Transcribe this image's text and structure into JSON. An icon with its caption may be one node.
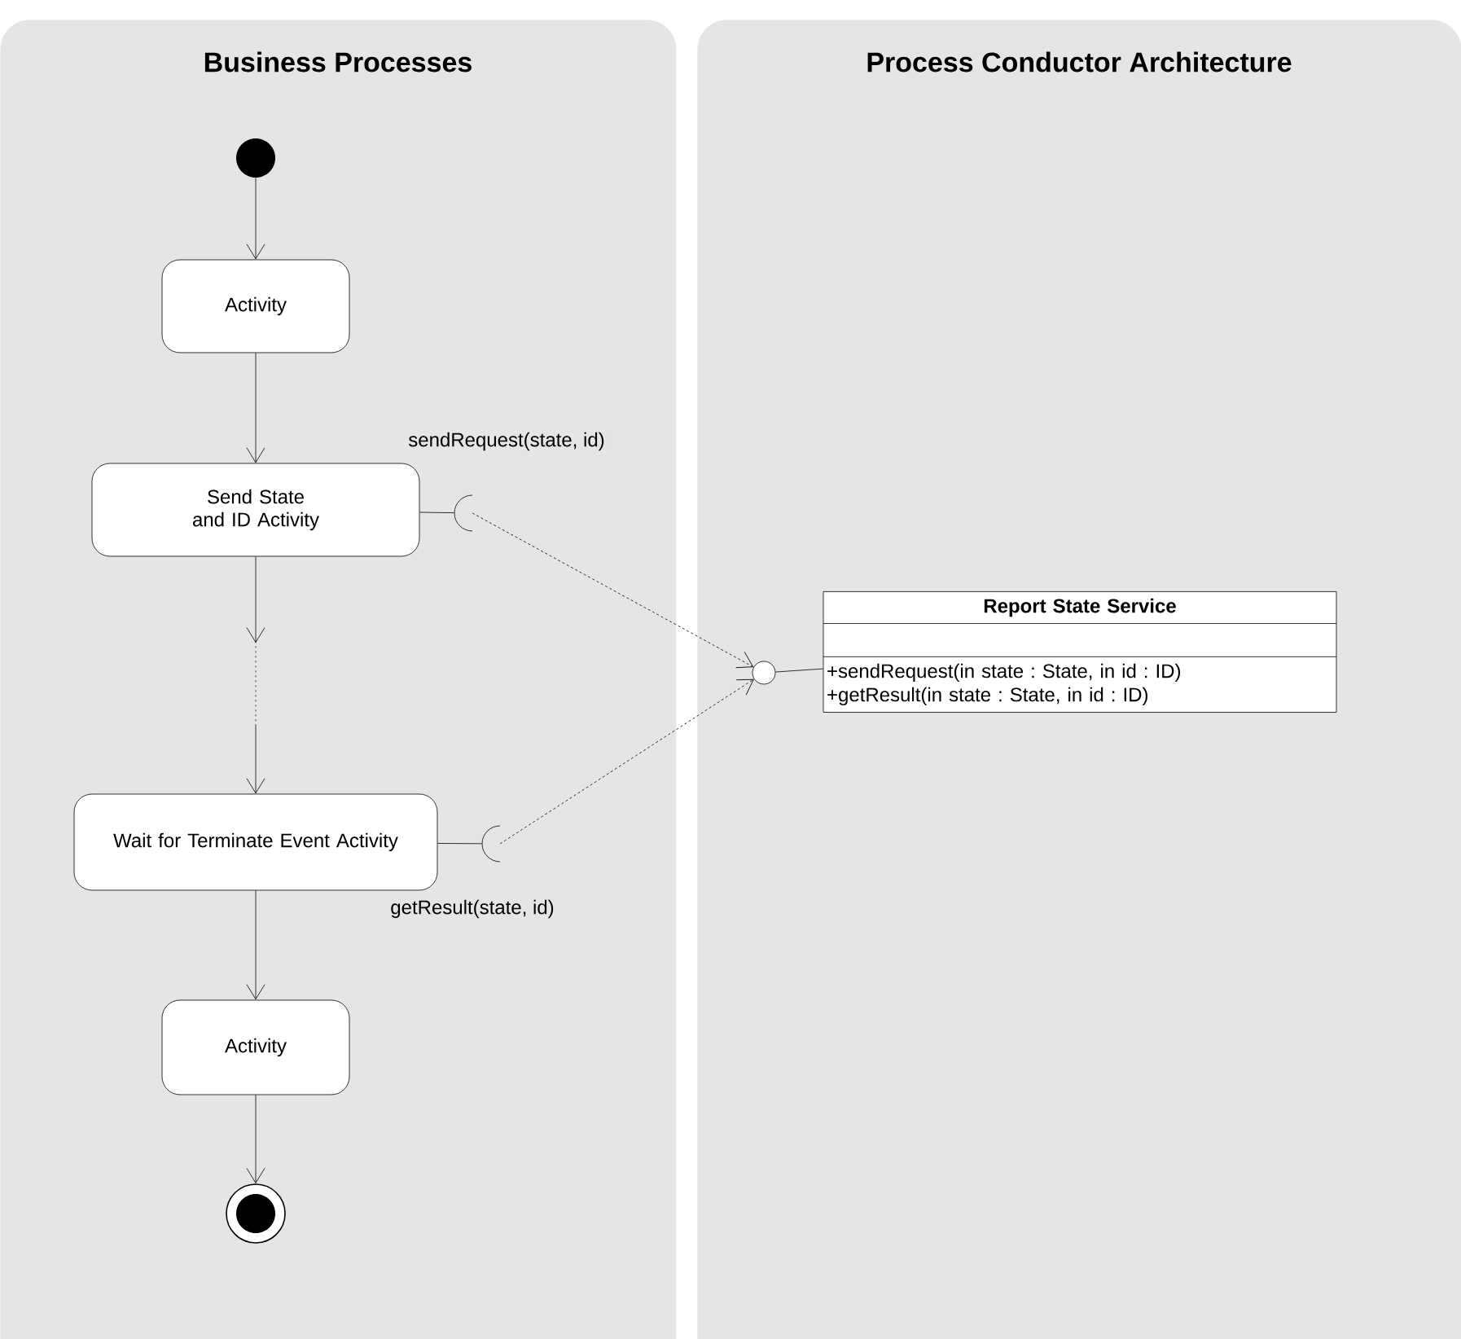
{
  "diagram": {
    "nodes": [
      {
        "text": [
          "Business Processes"
        ]
      },
      {
        "text": [
          "Process Conductor Architecture"
        ]
      },
      {
        "text": [],
        "shape": "dot",
        "in": 0
      },
      {
        "text": [
          "Activity"
        ],
        "in": 0
      },
      {
        "text": [
          "Send State and ID Activity"
        ],
        "in": 0
      },
      {
        "text": [
          "Wait for Terminate Event Activity"
        ],
        "in": 0
      },
      {
        "text": [
          "Activity"
        ],
        "in": 0
      },
      {
        "text": [],
        "shape": "bullseye",
        "in": 0
      },
      {
        "text": [],
        "shape": "arc",
        "in": 0
      },
      {
        "text": [],
        "shape": "arc",
        "in": 0
      },
      {
        "text": [],
        "shape": "circle",
        "in": 1
      },
      {
        "text": [
          "Report State Service",
          "+sendRequest(in state : State, in id : ID)",
          "+getResult(in state : State, in id : ID)"
        ],
        "in": 1
      }
    ],
    "edges": [
      {
        "from": 2,
        "to": 3,
        "arrow": "to"
      },
      {
        "from": 3,
        "to": 4,
        "arrow": "to"
      },
      {
        "from": 4,
        "to": 5,
        "arrow": "to",
        "style": "dashed"
      },
      {
        "from": 5,
        "to": 6,
        "arrow": "to"
      },
      {
        "from": 6,
        "to": 7,
        "arrow": "to"
      },
      {
        "from": 4,
        "to": 8,
        "arrow": "none",
        "label": "sendRequest(state, id)"
      },
      {
        "from": 5,
        "to": 9,
        "arrow": "none",
        "label": "getResult(state, id)"
      },
      {
        "from": 8,
        "to": 10,
        "arrow": "to",
        "style": "dashed"
      },
      {
        "from": 9,
        "to": 10,
        "arrow": "to",
        "style": "dashed"
      },
      {
        "from": 10,
        "to": 11,
        "arrow": "none"
      }
    ]
  }
}
